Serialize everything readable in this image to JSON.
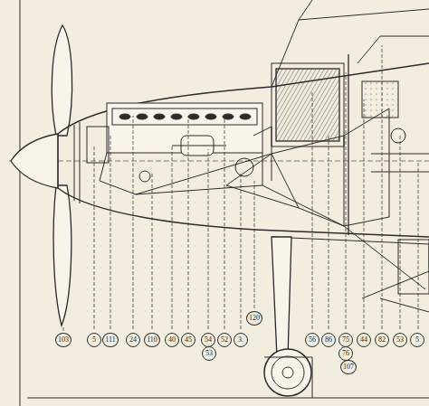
{
  "diagram": {
    "labels": [
      "103",
      "5",
      "111",
      "24",
      "110",
      "40",
      "45",
      "54",
      "53",
      "52",
      "3.",
      "120",
      "56",
      "86",
      "75",
      "76",
      "107",
      "44",
      "82",
      "53",
      "5"
    ]
  }
}
